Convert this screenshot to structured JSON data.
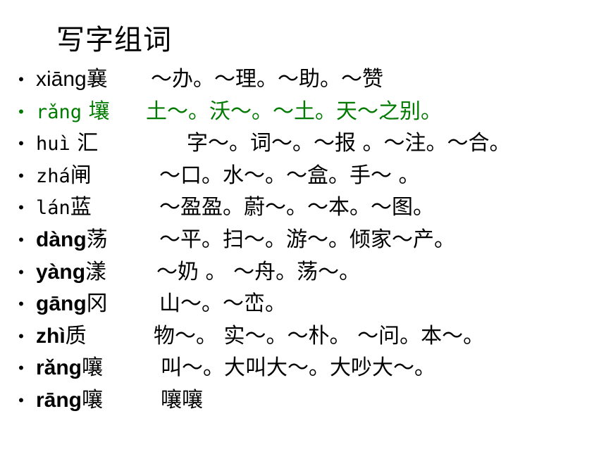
{
  "title": "写字组词",
  "bullet": "•",
  "colors": {
    "text": "#000000",
    "highlight": "#007a00"
  },
  "rows": [
    {
      "pinyin": "xiāng",
      "char": "襄",
      "words": "～办。～理。～助。～赞"
    },
    {
      "pinyin": "rǎng",
      "char": " 壤",
      "words": "土～。沃～。～土。天～之别。"
    },
    {
      "pinyin": "huì",
      "char": " 汇",
      "words": "字～。词～。～报 。～注。～合。"
    },
    {
      "pinyin": "zhá",
      "char": "闸",
      "words": "～口。水～。～盒。手～  。"
    },
    {
      "pinyin": "lán",
      "char": "蓝",
      "words": "～盈盈。蔚～。～本。～图。"
    },
    {
      "pinyin": "dàng",
      "char": "荡",
      "words": "～平。扫～。游～。倾家～产。"
    },
    {
      "pinyin": "yàng",
      "char": "漾",
      "words": "～奶 。 ～舟。荡～。"
    },
    {
      "pinyin": "gāng",
      "char": "冈",
      "words": "山～。～峦。"
    },
    {
      "pinyin": "zhì",
      "char": "质",
      "words": "物～。  实～。～朴。 ～问。本～。"
    },
    {
      "pinyin": "rǎng",
      "char": "嚷",
      "words": "叫～。大叫大～。大吵大～。"
    },
    {
      "pinyin": "rāng",
      "char": "嚷",
      "words": "嚷嚷"
    }
  ]
}
